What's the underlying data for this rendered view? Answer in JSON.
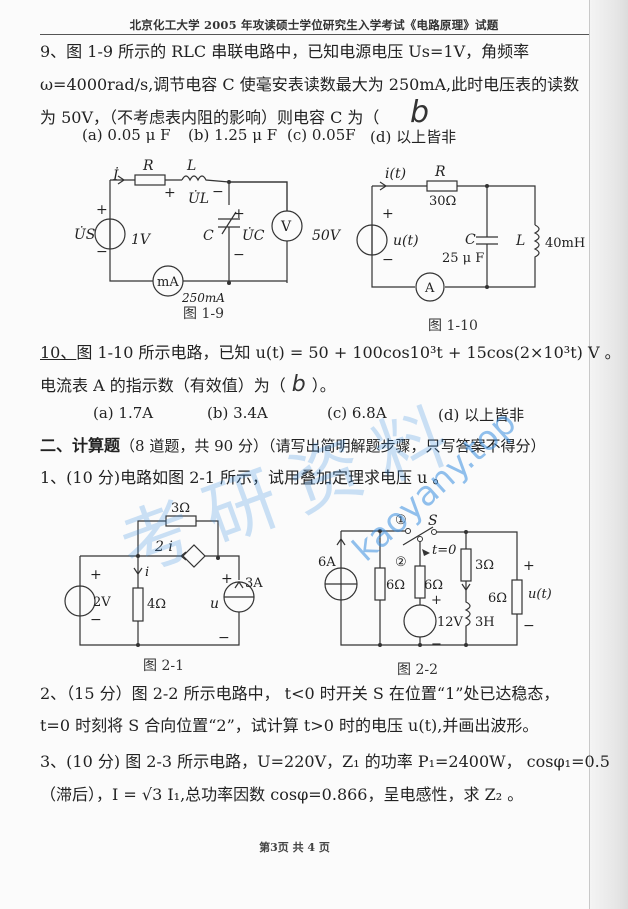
{
  "header": {
    "title": "北京化工大学 2005 年攻读硕士学位研究生入学考试《电路原理》试题"
  },
  "q9": {
    "line1": "9、图 1-9 所示的 RLC 串联电路中，已知电源电压 Us=1V，角频率",
    "line2": "ω=4000rad/s,调节电容 C 使毫安表读数最大为 250mA,此时电压表的读数",
    "line3": "为 50V，（不考虑表内阻的影响）则电容 C 为（",
    "handwritten_answer": "b",
    "options": [
      "(a) 0.05 μ F",
      "(b) 1.25 μ F",
      "(c) 0.05F",
      "(d)  以上皆非"
    ]
  },
  "fig1_9": {
    "caption": "图 1-9",
    "labels": {
      "current": "İ",
      "R": "R",
      "L": "L",
      "UL": "U̇L",
      "Us": "U̇S",
      "C": "C",
      "Uc": "U̇C",
      "voltmeter": "V",
      "ammeter": "mA",
      "plus": "+",
      "minus": "−"
    },
    "hand_notes": [
      "1V",
      "50V",
      "250mA"
    ]
  },
  "fig1_10": {
    "caption": "图 1-10",
    "labels": {
      "current": "i(t)",
      "R": "R",
      "R_value": "30Ω",
      "source": "u(t)",
      "C": "C",
      "C_value": "25 μ F",
      "L": "L",
      "L_value": "40mH",
      "ammeter": "A",
      "plus": "+",
      "minus": "−"
    }
  },
  "q10": {
    "line1_prefix": "10、",
    "line1": "图 1-10 所示电路，已知 u(t) = 50 + 100cos10³t + 15cos(2×10³t)  V 。",
    "line2": "电流表 A 的指示数（有效值）为（",
    "line2_end": "）。",
    "handwritten_answer": "b",
    "options": [
      "(a) 1.7A",
      "(b) 3.4A",
      "(c) 6.8A",
      "(d)  以上皆非"
    ]
  },
  "section2": {
    "title": "二、计算题",
    "note": "（8 道题，共 90 分）（请写出简明解题步骤，只写答案不得分）"
  },
  "p1": {
    "text": "1、(10 分)电路如图 2-1 所示，试用叠加定理求电压 u 。"
  },
  "fig2_1": {
    "caption": "图 2-1",
    "labels": {
      "R3": "3Ω",
      "dep": "2 i",
      "i": "i",
      "V": "2V",
      "R4": "4Ω",
      "u": "u",
      "I": "3A",
      "plus": "+",
      "minus": "−"
    }
  },
  "fig2_2": {
    "caption": "图 2-2",
    "labels": {
      "pos1": "①",
      "pos2": "②",
      "S": "S",
      "t0": "t=0",
      "I": "6A",
      "R1": "6Ω",
      "R2": "6Ω",
      "R3": "3Ω",
      "V": "12V",
      "L": "3H",
      "R4": "6Ω",
      "u": "u(t)",
      "plus": "+",
      "minus": "−"
    }
  },
  "p2": {
    "line1": "2、（15 分）图 2-2 所示电路中， t<0 时开关 S 在位置“1”处已达稳态，",
    "line2": "t=0 时刻将 S 合向位置“2”，试计算 t>0 时的电压 u(t),并画出波形。"
  },
  "p3": {
    "line1": "3、(10 分) 图 2-3 所示电路，U=220V，Z₁ 的功率 P₁=2400W，  cosφ₁=0.5",
    "line2": "（滞后），I = √3 I₁,总功率因数 cosφ=0.866，呈电感性，求 Z₂ 。"
  },
  "footer": {
    "page": "第3页    共 4 页"
  },
  "watermarks": {
    "chinese": "考研资料",
    "site": "kaoyany.top"
  },
  "colors": {
    "ink": "#222222",
    "watermark": "#3a8fe0",
    "paper": "#fbfbfb"
  }
}
